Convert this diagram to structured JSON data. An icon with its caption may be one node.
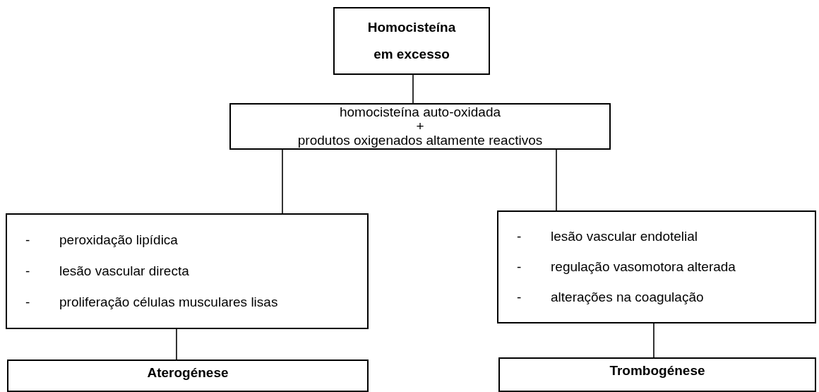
{
  "diagram": {
    "nodes": [
      {
        "text": [
          "Homocisteína em excesso"
        ]
      },
      {
        "text": [
          "homocisteína auto-oxidada",
          "+",
          "produtos oxigenados altamente reactivos"
        ]
      },
      {
        "text": [
          "- peroxidação lipídica",
          "- lesão vascular directa",
          "- proliferação células musculares lisas"
        ]
      },
      {
        "text": [
          "- lesão vascular endotelial",
          "- regulação vasomotora alterada",
          "- alterações na coagulação"
        ]
      },
      {
        "text": [
          "Aterogénese"
        ]
      },
      {
        "text": [
          "Trombogénese"
        ]
      }
    ],
    "edges": [
      {
        "from": 0,
        "to": 1,
        "arrow": "none"
      },
      {
        "from": 1,
        "to": 2,
        "arrow": "none"
      },
      {
        "from": 1,
        "to": 3,
        "arrow": "none"
      },
      {
        "from": 2,
        "to": 4,
        "arrow": "none"
      },
      {
        "from": 3,
        "to": 5,
        "arrow": "none"
      }
    ]
  }
}
